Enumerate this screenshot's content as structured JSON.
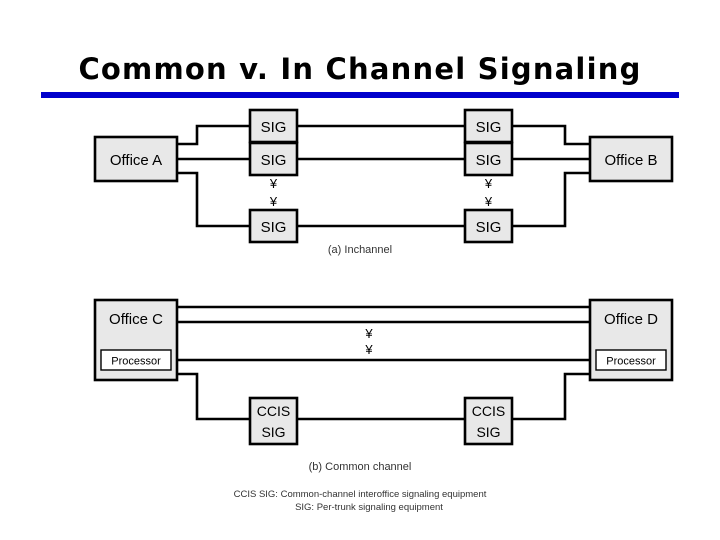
{
  "slide": {
    "title": "Common v. In Channel Signaling",
    "rule_color": "#0000cc"
  },
  "colors": {
    "box_fill": "#e8e8e8",
    "box_stroke": "#000000",
    "inner_fill": "#ffffff",
    "line": "#000000",
    "text": "#000000",
    "accent": "#0000cc"
  },
  "figure_a": {
    "caption": "(a) Inchannel",
    "left_office": "Office A",
    "right_office": "Office B",
    "left_sig_boxes": [
      "SIG",
      "SIG",
      "SIG"
    ],
    "right_sig_boxes": [
      "SIG",
      "SIG",
      "SIG"
    ],
    "ellipsis_glyph": "¥",
    "ellipsis_count": 2
  },
  "figure_b": {
    "caption": "(b) Common channel",
    "left_office": "Office C",
    "right_office": "Office D",
    "left_processor": "Processor",
    "right_processor": "Processor",
    "left_ccis_line1": "CCIS",
    "left_ccis_line2": "SIG",
    "right_ccis_line1": "CCIS",
    "right_ccis_line2": "SIG",
    "ellipsis_glyph": "¥",
    "ellipsis_count": 2
  },
  "legend": {
    "line1": "CCIS SIG: Common-channel interoffice signaling equipment",
    "line2": "SIG: Per-trunk signaling equipment"
  }
}
